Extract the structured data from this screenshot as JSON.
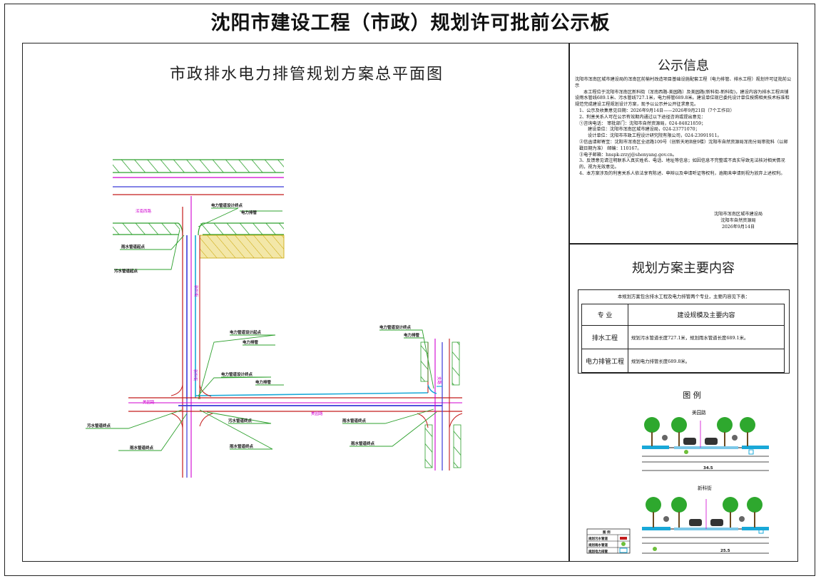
{
  "board_title": "沈阳市建设工程（市政）规划许可批前公示板",
  "plan": {
    "title": "市政排水电力排管规划方案总平面图",
    "roads": {
      "hunnan_west": "浑南西路",
      "meiyuan_main": "美园路",
      "meiyuan_side": "美园路",
      "xinke": "新科街",
      "xinke_lower": "新科街",
      "branch": "支路"
    },
    "labels": {
      "power_design_end_1": "电力管道设计终点",
      "power_pipe_1": "电力排管",
      "rain_start_1": "雨水管道起点",
      "sewage_start_1": "污水管道起点",
      "power_design_start": "电力管道设计起点",
      "power_pipe_2": "电力排管",
      "power_design_end_2": "电力管道设计终点",
      "power_pipe_3": "电力排管",
      "power_design_end_3": "电力管道设计终点",
      "power_pipe_4": "电力排管",
      "sewage_end_1": "污水管道终点",
      "rain_end_1": "雨水管道终点",
      "sewage_end_2": "污水管道终点",
      "rain_end_2": "雨水管道终点",
      "rain_end_3": "雨水管道终点",
      "rain_end_4": "雨水管道终点"
    }
  },
  "notice": {
    "title": "公示信息",
    "heading": "沈阳市浑南区城市建设局的浑南区前榆村改造项目基础设施配套工程（电力排管、排水工程）规划许可证批前公示",
    "para1": "本工程位于沈阳市浑南区新科街（浑南西路-美园路）及美园路(新科街-新科街)，建设内容为排水工程共铺设雨水管线689.1米、污水管线727.1米，电力排管689.8米。建设单位现已委托设计单位按照相关技术标准和规范完成建设工程规划设计方案，现予以公示并公开征求意见。",
    "item1": "1、公示及收集意见日期：2026年9月14日——2026年9月21日（7个工作日）",
    "item2": "2、利害关系人可在公示有效期内通过以下途径咨询或提出意见：",
    "item2a": "①咨询电话： 审批部门：沈阳市自然资源局，024-84821859；",
    "item2b": "建设单位：沈阳市浑南区城市建设局，024-23771070；",
    "item2c": "设计单位：沈阳市市政工程设计研究院有限公司，024-23991911。",
    "item2d": "②信函请邮寄至：沈阳市浑南区全运路109号（创新天地B座9楼）沈阳市自然资源局浑南分局审批科（以邮戳日期为准） 邮编：110167。",
    "item2e": "③电子邮箱：hnspk-zrzyj@shenyang.gov.cn。",
    "item3": "3、反馈意见请注明联系人真实姓名、电话、地址等信息；如因信息不完整或不真实导致无法核对相关情况的，视为无效意见。",
    "item4": "4、本方案涉及的利害关系人依法享有陈述、申辩以及申请听证等权利，逾期未申请则视为放弃上述权利。",
    "sign1": "沈阳市浑南区城市建设局",
    "sign2": "沈阳市自然资源局",
    "sign_date": "2026年9月14日"
  },
  "content": {
    "title": "规划方案主要内容",
    "intro": "本规划方案包含排水工程及电力排管两个专业，主要内容见下表：",
    "col_major": "专 业",
    "col_scale": "建设规模及主要内容",
    "rows": [
      {
        "major": "排水工程",
        "desc": "规划污水管道长度727.1米，规划雨水管道长度689.1米。"
      },
      {
        "major": "电力排管工程",
        "desc": "规划电力排管长度689.8米。"
      }
    ]
  },
  "legend": {
    "title": "图 例",
    "section1": "美园路",
    "section2": "新科街",
    "keys_header": "图 例",
    "key_sewage": "规划污水管道",
    "key_rain": "规划雨水管道",
    "key_power": "规划电力排管",
    "width1": "34.5",
    "width2": "25.5"
  },
  "colors": {
    "sewage": "#c41c1c",
    "rain": "#3a3ad8",
    "power": "#d000d0",
    "green_hatch": "#2da02d",
    "building_fill": "#f3e7a8",
    "water_pipe_cyan": "#19a8d8"
  }
}
